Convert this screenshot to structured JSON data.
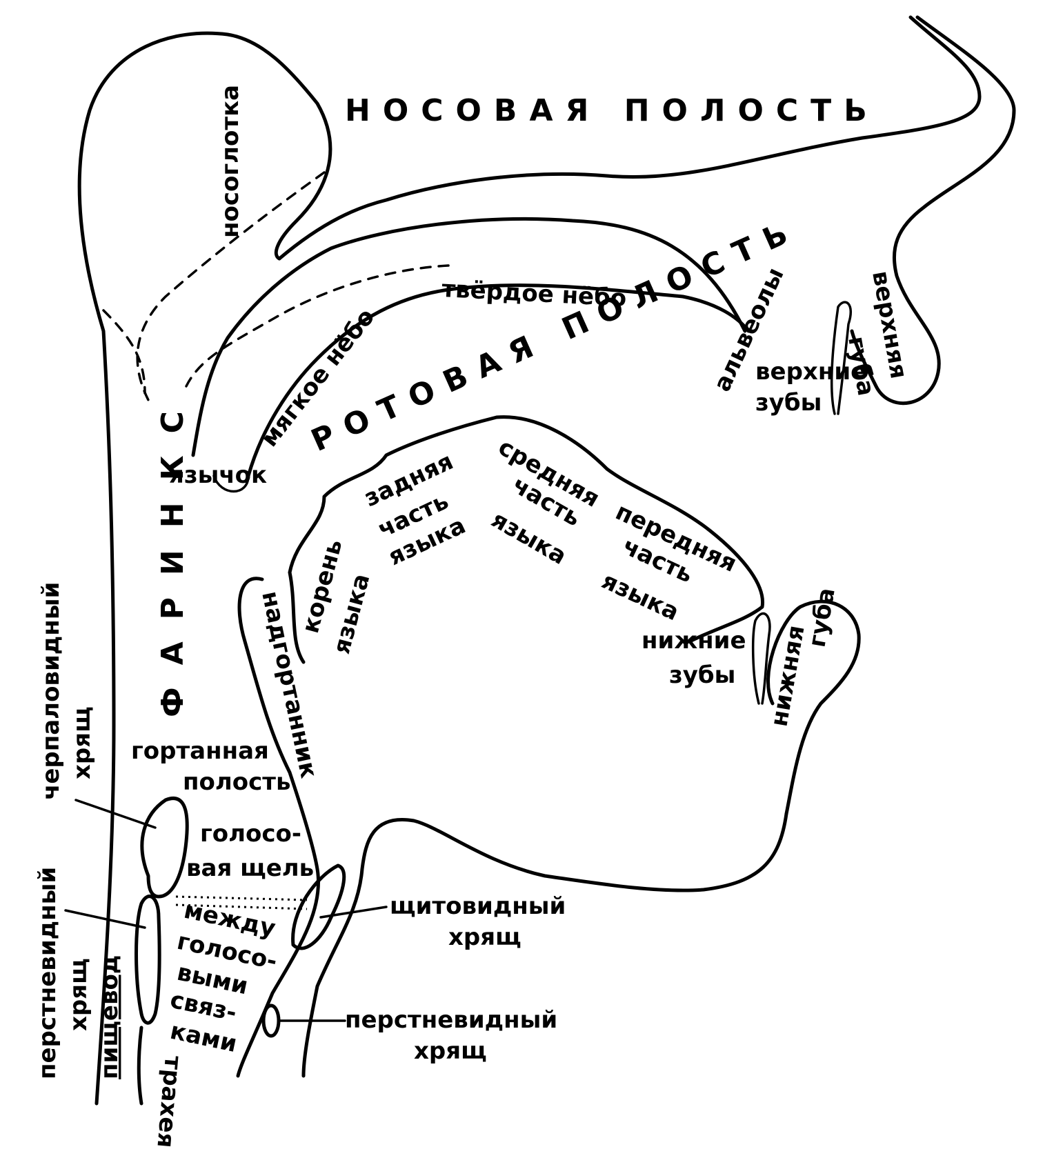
{
  "labels": {
    "nasal_cavity": "НОСОВАЯ ПОЛОСТЬ",
    "oral_cavity": "РОТОВАЯ ПОЛОСТЬ",
    "pharynx": "ФАРИНКС",
    "nasopharynx": "носоглотка",
    "hard_palate": "твёрдое нёбо",
    "soft_palate": "мягкое нёбо",
    "alveoli": "альвеолы",
    "upper_teeth_1": "верхние",
    "upper_teeth_2": "зубы",
    "upper_lip_1": "верхняя",
    "upper_lip_2": "губа",
    "uvula": "язычок",
    "back_tongue_1": "задняя",
    "back_tongue_2": "часть",
    "back_tongue_3": "языка",
    "mid_tongue_1": "средняя",
    "mid_tongue_2": "часть",
    "mid_tongue_3": "языка",
    "front_tongue_1": "передняя",
    "front_tongue_2": "часть",
    "front_tongue_3": "языка",
    "root_tongue_1": "корень",
    "root_tongue_2": "языка",
    "epiglottis": "надгортанник",
    "lower_teeth_1": "нижние",
    "lower_teeth_2": "зубы",
    "lower_lip_1": "нижняя",
    "lower_lip_2": "губа",
    "arytenoid_1": "черпаловидный",
    "arytenoid_2": "хрящ",
    "laryngeal_cavity_1": "гортанная",
    "laryngeal_cavity_2": "полость",
    "glottis_1": "голосо-",
    "glottis_2": "вая щель",
    "between_1": "между",
    "between_2": "голосо-",
    "between_3": "выми",
    "between_4": "связ-",
    "between_5": "ками",
    "cricoid_left_1": "перстневидный",
    "cricoid_left_2": "хрящ",
    "esophagus": "пищевод",
    "trachea": "трахея",
    "thyroid_1": "щитовидный",
    "thyroid_2": "хрящ",
    "cricoid_right_1": "перстневидный",
    "cricoid_right_2": "хрящ"
  }
}
